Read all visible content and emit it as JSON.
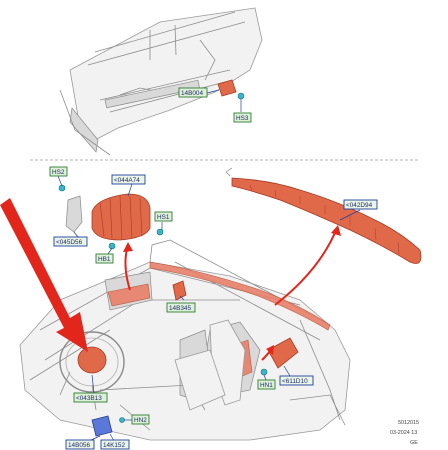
{
  "labels": {
    "hb0004": "14B004",
    "hs3": "HS3",
    "hs2": "HS2",
    "a044a74": "<044A74",
    "hs1": "HS1",
    "a045d56": "<045D56",
    "hb1": "HB1",
    "b14b345": "14B345",
    "a042d94": "<042D94",
    "hn1": "HN1",
    "a611d10": "<611D10",
    "a043b13": "<043B13",
    "hn2": "HN2",
    "b14b056": "14B056",
    "b14k152": "14K152"
  },
  "stamp": {
    "code": "5012015",
    "date": "03-2024 13",
    "lang": "GE"
  },
  "colors": {
    "airbag": "#e0694a",
    "callout_arrow": "#e2261c",
    "label_border": "#1f3fa0",
    "fastener": "#38b6c9",
    "module": "#5a78d8"
  }
}
